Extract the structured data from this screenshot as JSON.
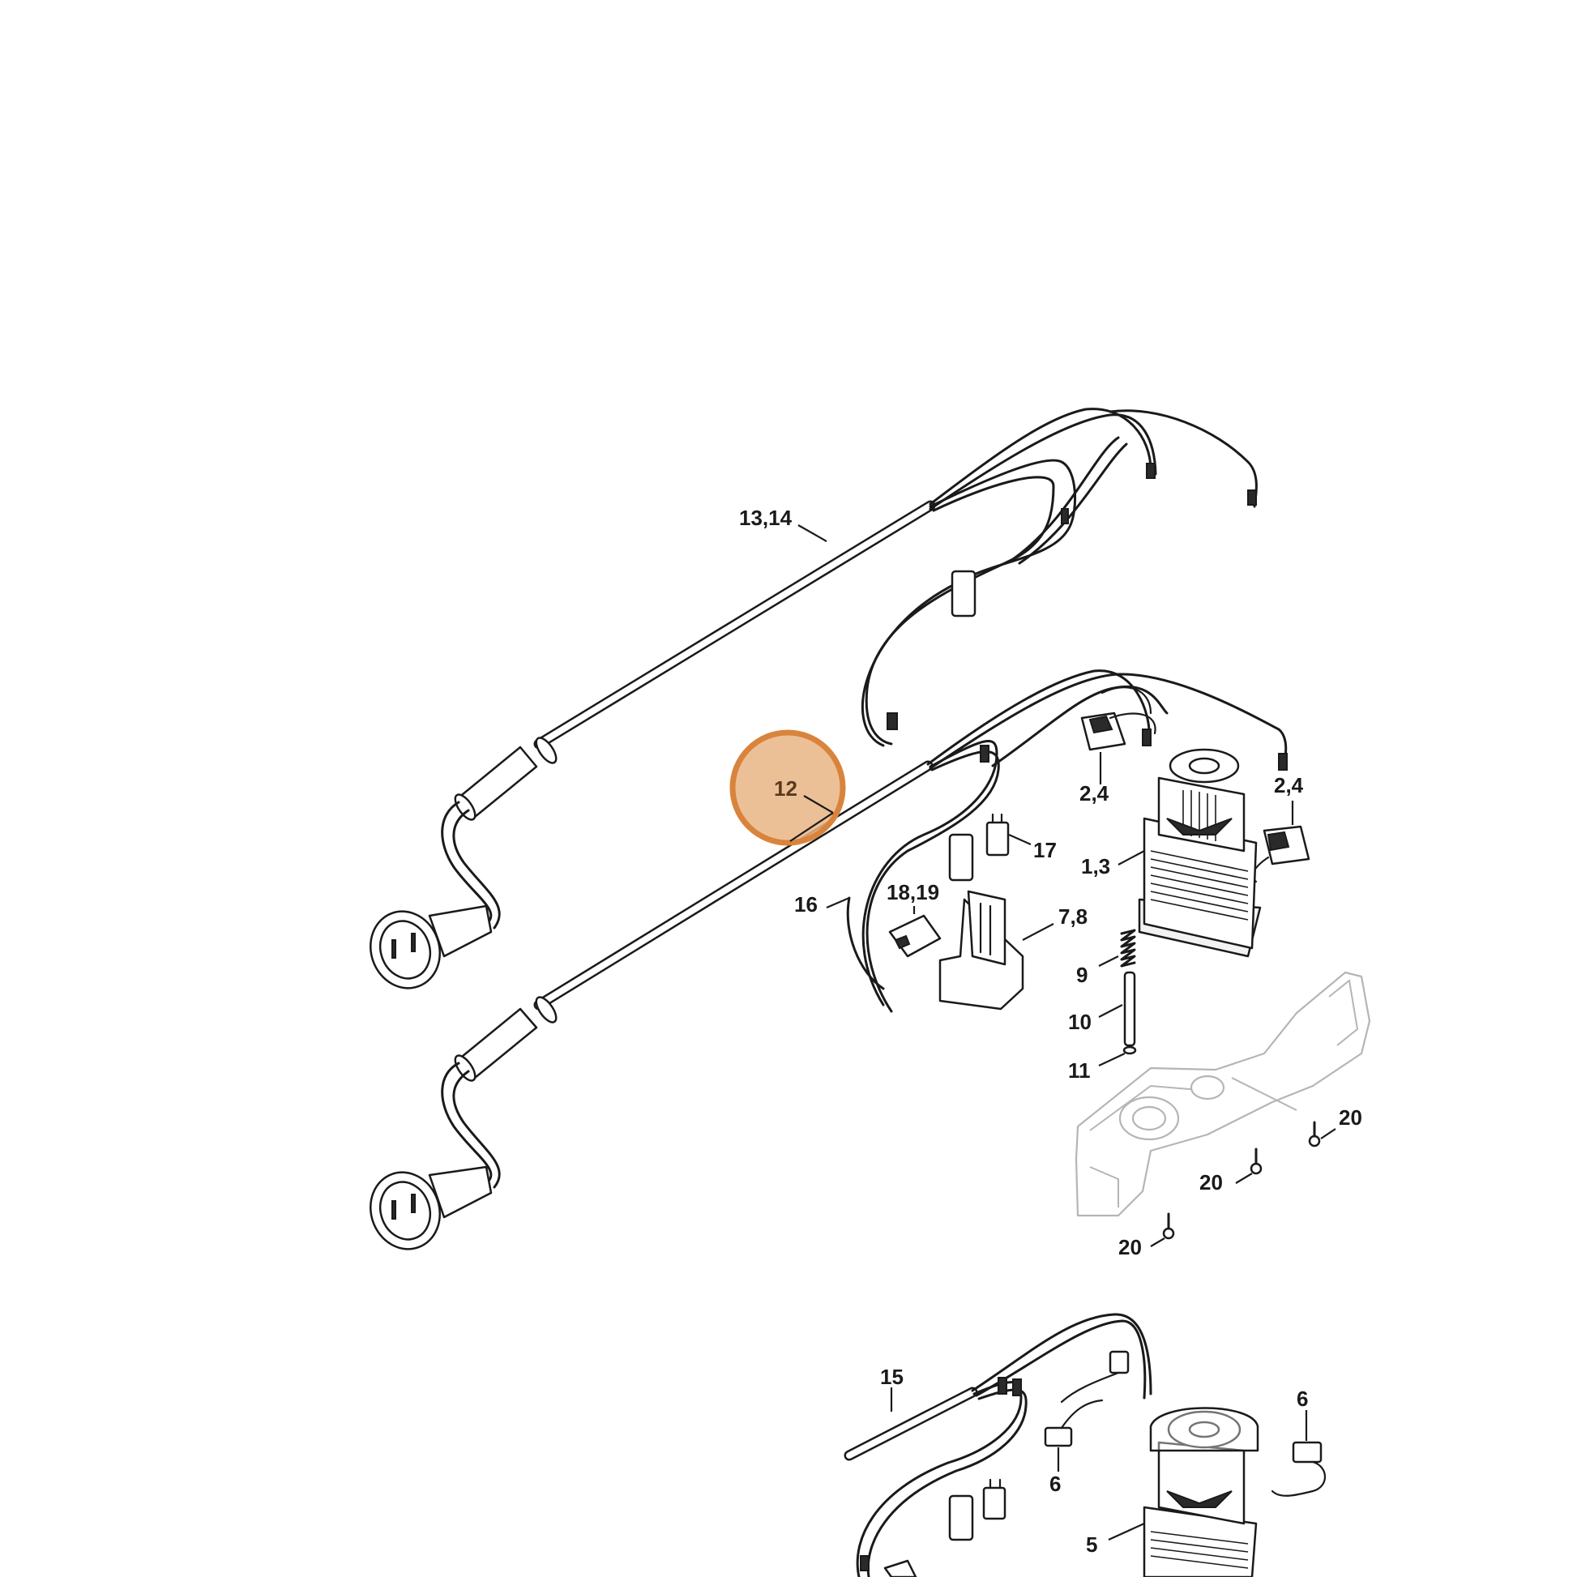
{
  "colors": {
    "highlight_fill": "#e9b585",
    "highlight_stroke": "#d9833c",
    "line": "#1a1a1a",
    "housing_line": "#b5b5b5"
  },
  "labels": {
    "cable_13_14": "13,14",
    "cable_12": "12",
    "brush_2_4_left": "2,4",
    "brush_2_4_right": "2,4",
    "capacitor_17": "17",
    "motor_1_3": "1,3",
    "harness_16": "16",
    "switch_18_19": "18,19",
    "bracket_7_8": "7,8",
    "spring_9": "9",
    "pin_10": "10",
    "screw_11": "11",
    "screw_20_a": "20",
    "screw_20_b": "20",
    "screw_20_c": "20",
    "cable_15": "15",
    "brush_6_top": "6",
    "brush_6_mid": "6",
    "motor_5": "5"
  },
  "highlighted_part": "12"
}
